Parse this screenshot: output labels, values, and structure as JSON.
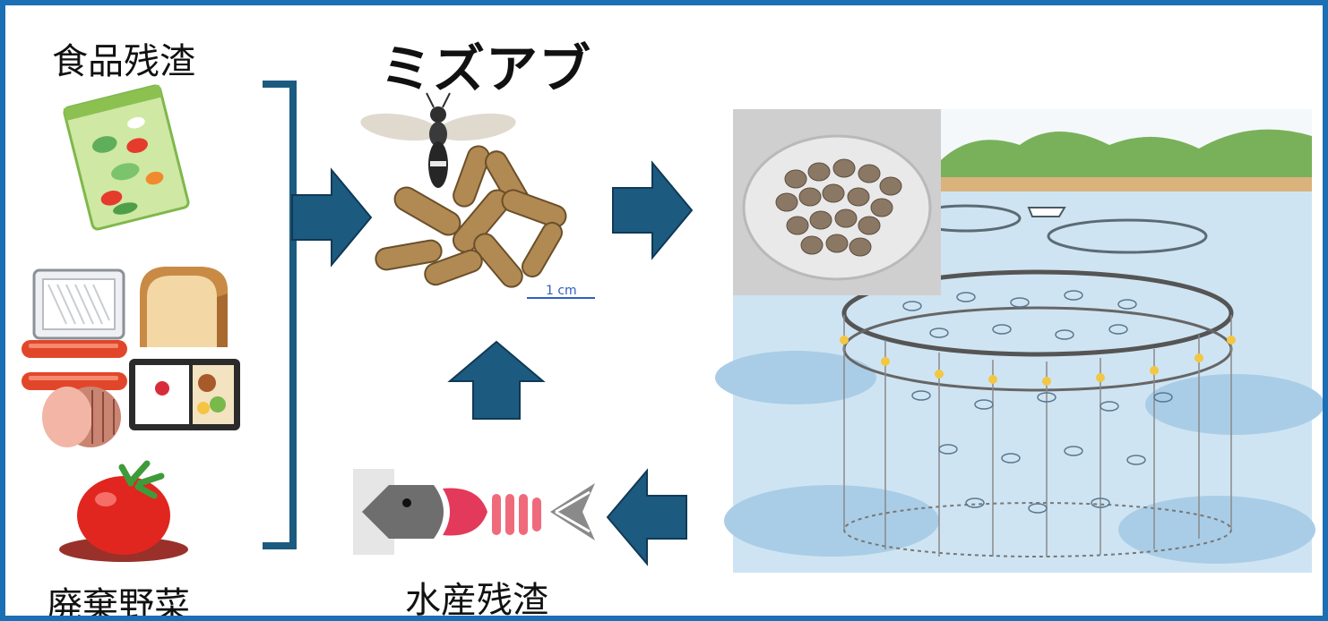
{
  "title": "ミズアブ",
  "inputs": {
    "food_residue": "食品残渣",
    "discarded_vegetables": "廃棄野菜",
    "fishery_residue": "水産残渣"
  },
  "larvae_photo": {
    "scale_bar_label": "1 cm"
  },
  "colors": {
    "frame": "#1a6fb5",
    "arrow": "#1d5a80",
    "bracket": "#1d5a80",
    "sea": "#cfe4f2"
  },
  "icons": [
    "salad-bag",
    "bread",
    "sausage",
    "bento",
    "ham",
    "tomato",
    "soldier-fly",
    "larvae",
    "fish-bones",
    "feed-pellets",
    "fish-farm-cage"
  ]
}
